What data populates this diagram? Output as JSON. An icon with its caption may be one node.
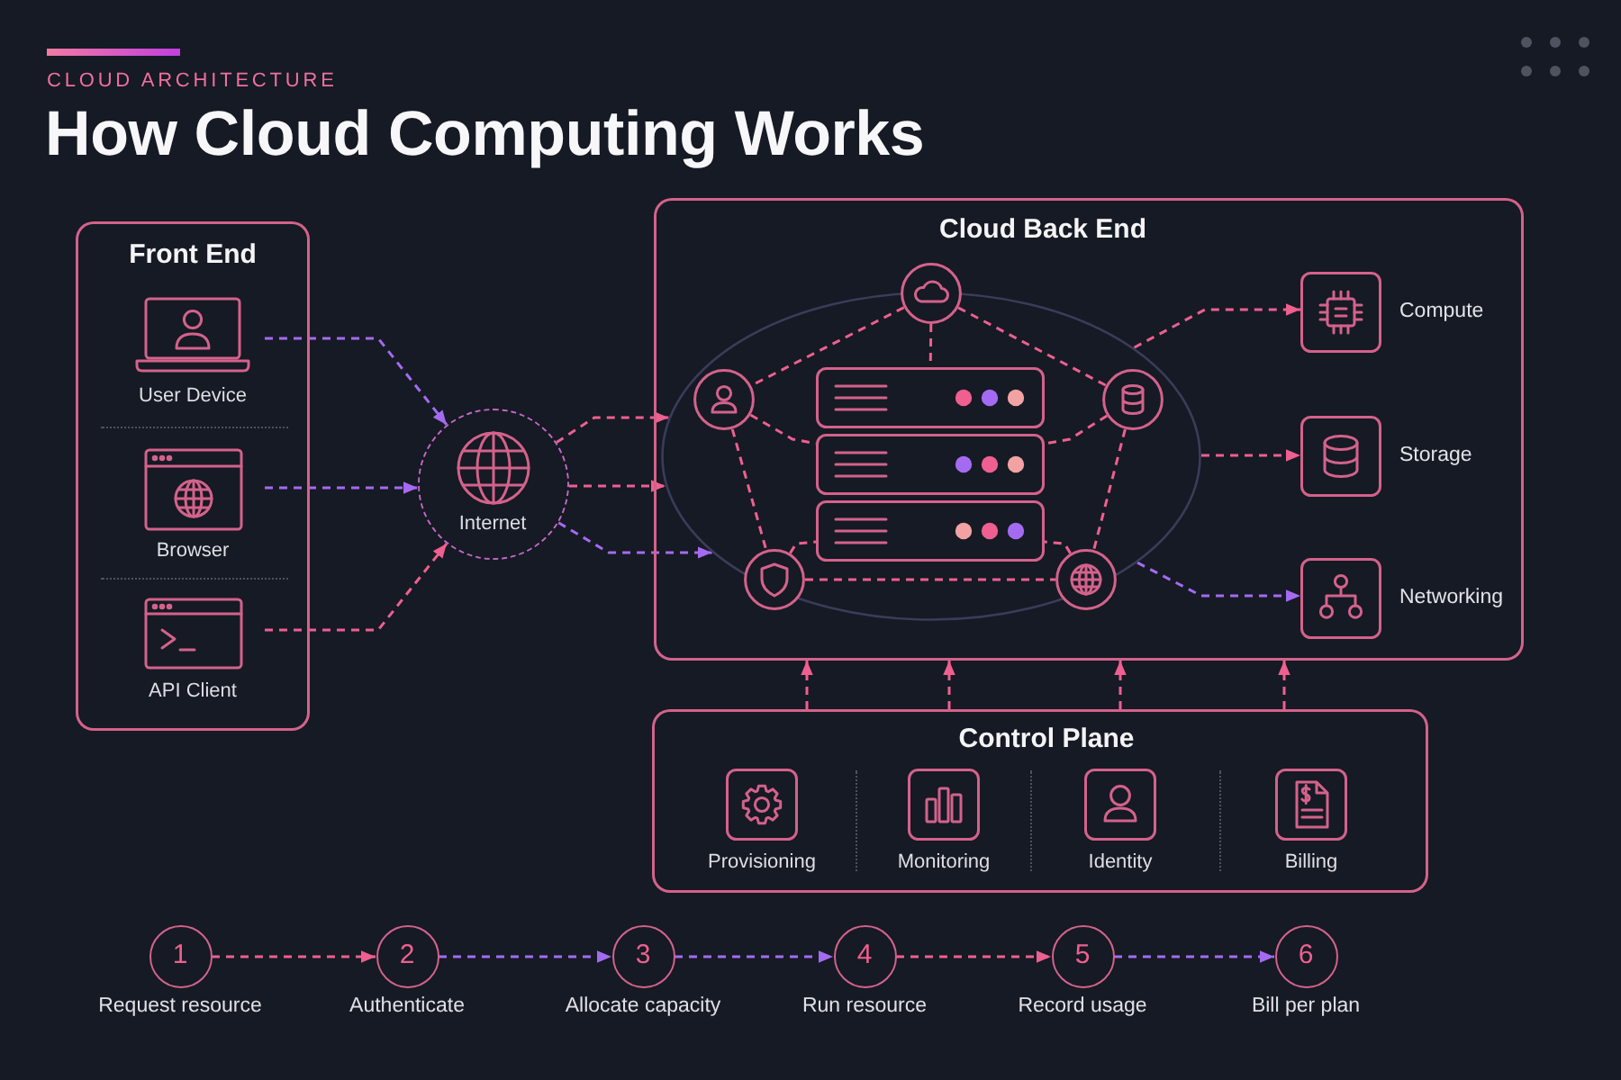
{
  "diagram": {
    "title": "How Cloud Computing Works",
    "nodes": [
      {
        "text": [
          "Front End"
        ]
      },
      {
        "text": [
          "User Device"
        ],
        "in": 0
      },
      {
        "text": [
          "Browser"
        ],
        "in": 0
      },
      {
        "text": [
          "API Client"
        ],
        "in": 0
      },
      {
        "text": [
          "Internet"
        ]
      },
      {
        "text": [
          "Cloud Back End"
        ]
      },
      {
        "text": [],
        "shape": "ellipse",
        "in": 5
      },
      {
        "text": [],
        "shape": "circle",
        "in": 5
      },
      {
        "text": [],
        "shape": "circle",
        "in": 6
      },
      {
        "text": [],
        "shape": "circle",
        "in": 6
      },
      {
        "text": [],
        "shape": "box",
        "in": 6
      },
      {
        "text": [],
        "shape": "box",
        "in": 6
      },
      {
        "text": [],
        "shape": "box",
        "in": 6
      },
      {
        "text": [],
        "shape": "circle",
        "in": 6
      },
      {
        "text": [],
        "shape": "circle",
        "in": 6
      },
      {
        "text": [
          "Compute"
        ],
        "in": 5
      },
      {
        "text": [
          "Storage"
        ],
        "in": 5
      },
      {
        "text": [
          "Networking"
        ],
        "in": 5
      },
      {
        "text": [
          "Control Plane"
        ]
      },
      {
        "text": [
          "Provisioning"
        ],
        "in": 18
      },
      {
        "text": [
          "Monitoring"
        ],
        "in": 18
      },
      {
        "text": [
          "Identity"
        ],
        "in": 18
      },
      {
        "text": [
          "Billing"
        ],
        "in": 18
      },
      {
        "text": [
          "1"
        ],
        "beside": [
          "Request resource"
        ]
      },
      {
        "text": [
          "2"
        ],
        "beside": [
          "Authenticate"
        ]
      },
      {
        "text": [
          "3"
        ],
        "beside": [
          "Allocate capacity"
        ]
      },
      {
        "text": [
          "4"
        ],
        "beside": [
          "Run resource"
        ]
      },
      {
        "text": [
          "5"
        ],
        "beside": [
          "Record usage"
        ]
      },
      {
        "text": [
          "6"
        ],
        "beside": [
          "Bill per plan"
        ]
      }
    ],
    "edges": [
      {
        "from": 1,
        "to": 4,
        "arrow": "to",
        "color": "#a56af2"
      },
      {
        "from": 2,
        "to": 4,
        "arrow": "to",
        "color": "#a56af2"
      },
      {
        "from": 3,
        "to": 4,
        "arrow": "to"
      },
      {
        "from": 4,
        "to": 6,
        "arrow": "to"
      },
      {
        "from": 4,
        "to": 6,
        "arrow": "to"
      },
      {
        "from": 4,
        "to": 6,
        "arrow": "to",
        "color": "#a56af2"
      },
      {
        "from": 7,
        "to": 8,
        "arrow": "none"
      },
      {
        "from": 7,
        "to": 9,
        "arrow": "none"
      },
      {
        "from": 7,
        "to": 10,
        "arrow": "none"
      },
      {
        "from": 8,
        "to": 11,
        "arrow": "none"
      },
      {
        "from": 8,
        "to": 13,
        "arrow": "none"
      },
      {
        "from": 9,
        "to": 11,
        "arrow": "none"
      },
      {
        "from": 9,
        "to": 14,
        "arrow": "none"
      },
      {
        "from": 13,
        "to": 12,
        "arrow": "none"
      },
      {
        "from": 14,
        "to": 12,
        "arrow": "none"
      },
      {
        "from": 13,
        "to": 14,
        "arrow": "none"
      },
      {
        "from": 6,
        "to": 15,
        "arrow": "to"
      },
      {
        "from": 6,
        "to": 16,
        "arrow": "to"
      },
      {
        "from": 6,
        "to": 17,
        "arrow": "to",
        "color": "#a56af2"
      },
      {
        "from": 18,
        "to": 5,
        "arrow": "to"
      },
      {
        "from": 18,
        "to": 5,
        "arrow": "to"
      },
      {
        "from": 18,
        "to": 5,
        "arrow": "to"
      },
      {
        "from": 18,
        "to": 5,
        "arrow": "to"
      },
      {
        "from": 23,
        "to": 24,
        "arrow": "to"
      },
      {
        "from": 24,
        "to": 25,
        "arrow": "to",
        "color": "#a56af2"
      },
      {
        "from": 25,
        "to": 26,
        "arrow": "to",
        "color": "#a56af2"
      },
      {
        "from": 26,
        "to": 27,
        "arrow": "to"
      },
      {
        "from": 27,
        "to": 28,
        "arrow": "to",
        "color": "#a56af2"
      }
    ],
    "labels": [
      "CLOUD ARCHITECTURE"
    ]
  }
}
